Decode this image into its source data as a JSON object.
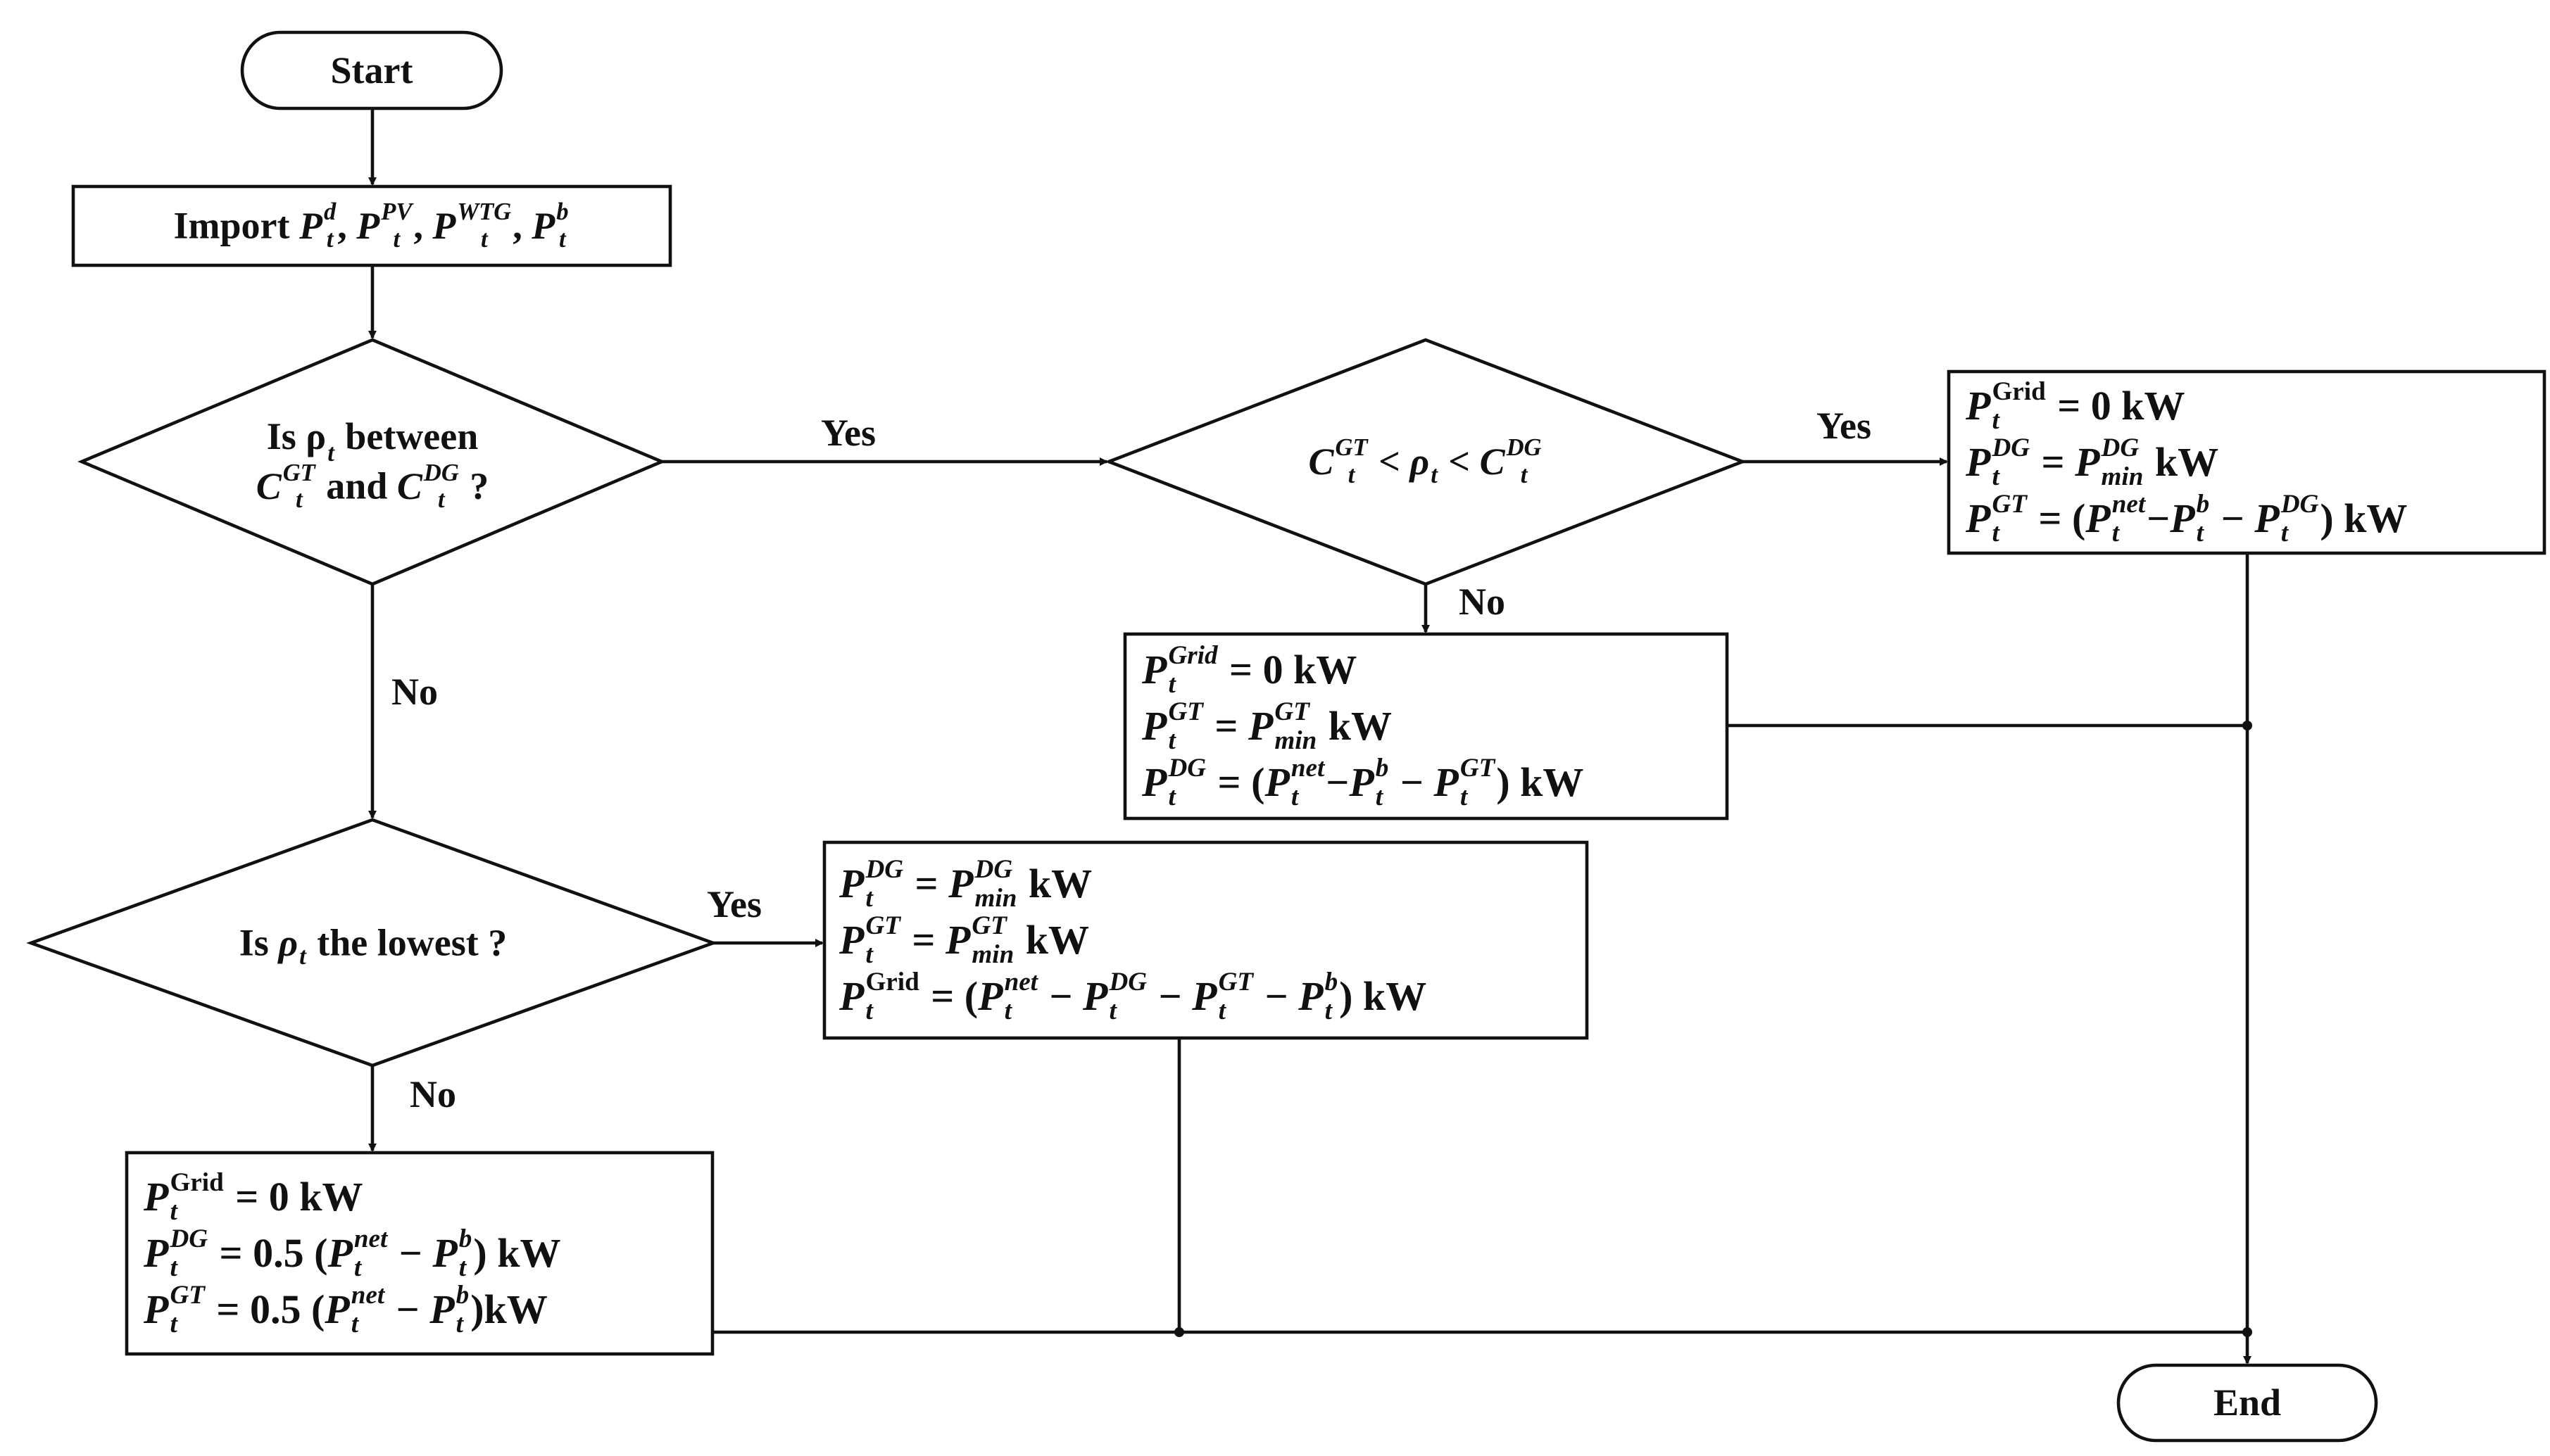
{
  "nodes": {
    "start": "Start",
    "end": "End",
    "import": {
      "prefix": "Import",
      "vars": [
        "d",
        "PV",
        "WTG",
        "b"
      ]
    },
    "decision1": {
      "line1_a": "Is ρ",
      "line1_b": "between",
      "line2_and": "and",
      "line2_q": "?"
    },
    "decision2": {
      "text": "C^GT < ρ_t < C^DG"
    },
    "decision3": {
      "a": "Is",
      "b": "the lowest ?"
    },
    "box_yes2": [
      "P^Grid = 0 kW",
      "P^DG = P^DG_min kW",
      "P^GT = (P^net − P^b − P^DG) kW"
    ],
    "box_no2": [
      "P^Grid = 0 kW",
      "P^GT = P^GT_min kW",
      "P^DG = (P^net − P^b − P^GT) kW"
    ],
    "box_yes3": [
      "P^DG = P^DG_min kW",
      "P^GT = P^GT_min kW",
      "P^Grid = (P^net − P^DG − P^GT − P^b) kW"
    ],
    "box_no3": [
      "P^Grid = 0 kW",
      "P^DG = 0.5 (P^net − P^b) kW",
      "P^GT = 0.5 (P^net − P^b)kW"
    ]
  },
  "labels": {
    "d1_yes": "Yes",
    "d1_no": "No",
    "d2_yes": "Yes",
    "d2_no": "No",
    "d3_yes": "Yes",
    "d3_no": "No"
  },
  "symbols": {
    "P": "P",
    "C": "C",
    "rho": "ρ",
    "t": "t",
    "min": "min",
    "net": "net",
    "grid_upright": "Grid",
    "grid_italic": "Grid",
    "DG": "DG",
    "GT": "GT",
    "b": "b",
    "eq": "=",
    "kw": "kW",
    "zero": "0",
    "half": "0.5",
    "minus": "−",
    "lparen": "(",
    "rparen": ")",
    "lt": "<",
    "comma": ","
  }
}
